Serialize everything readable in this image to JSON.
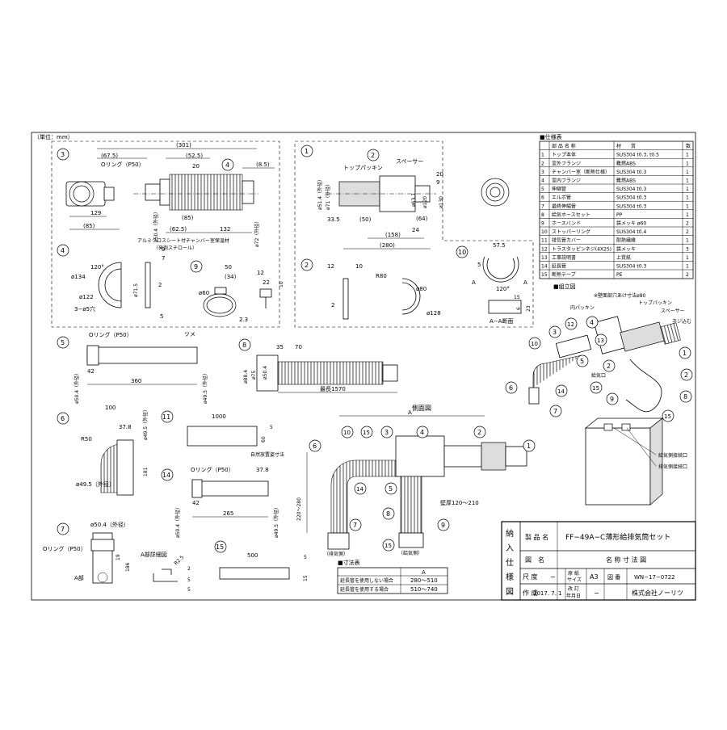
{
  "unit_note": "（単位：mm）",
  "detail_labels": {
    "p3": "3",
    "p1": "1",
    "p2": "2",
    "p4": "4",
    "p5": "5",
    "p6": "6",
    "p7": "7",
    "p8": "8",
    "p9": "9",
    "p10": "10",
    "p11": "11",
    "p14": "14",
    "p15": "15"
  },
  "part3": {
    "dims": [
      "(301)",
      "(67.5)",
      "(52.5)",
      "(8.5)",
      "20",
      "93",
      "129",
      "(85)",
      "(62.5)",
      "132",
      "ø50.4（外径）",
      "ø72（外径）"
    ],
    "oring": "Oリング（P50）",
    "callout": "4",
    "note1": "アルミクロスシート付チャンバー室保温材",
    "note2": "（発泡スチロール）"
  },
  "part1": {
    "top_packing": "トップパッキン",
    "spacer": "スペーサー",
    "dims": [
      "ø51.4（外径）",
      "ø71（外径）",
      "ø120",
      "ø130",
      "ø63.1",
      "33.5",
      "(50)",
      "(158)",
      "(280)",
      "24",
      "(64)",
      "20",
      "9"
    ],
    "callout": "2"
  },
  "part4": {
    "dims": [
      "ø134",
      "ø122",
      "3−ø5穴",
      "120°",
      "ø71.5",
      "2",
      "9",
      "7",
      "5"
    ]
  },
  "part9": {
    "dims": [
      "50",
      "(34)",
      "ø60",
      "2.3",
      "12",
      "22",
      "10"
    ]
  },
  "part2": {
    "dims": [
      "12",
      "10",
      "R80",
      "ø80",
      "ø128",
      "2"
    ]
  },
  "part10": {
    "dims": [
      "57.5",
      "5",
      "A",
      "120°",
      "A",
      "15",
      "6",
      "23"
    ],
    "section": "A−A断面"
  },
  "part5": {
    "dims": [
      "Oリング（P50）",
      "ツメ",
      "42",
      "360",
      "ø50.4（外径）",
      "ø49.5（外径）"
    ]
  },
  "part8": {
    "dims": [
      "35",
      "70",
      "ø88.4",
      "ø75",
      "ø50.4",
      "最長1570"
    ]
  },
  "part6": {
    "dims": [
      "100",
      "37.8",
      "R50",
      "ø49.5（外径）",
      "ø49.5（外径）",
      "181"
    ]
  },
  "part11": {
    "dims": [
      "1000",
      "60",
      "5"
    ],
    "note": "自然放置姿寸法"
  },
  "part14": {
    "dims": [
      "Oリング（P50）",
      "37.8",
      "42",
      "265",
      "ø50.4（外径）",
      "ø49.5（外径）"
    ]
  },
  "part7": {
    "dims": [
      "ø50.4（外径）",
      "Oリング（P50）",
      "19",
      "186",
      "A部"
    ],
    "detail_title": "A部詳細図",
    "detail_dims": [
      "R2.5",
      "2",
      "5",
      "5"
    ]
  },
  "part15": {
    "dims": [
      "500",
      "5",
      "15"
    ]
  },
  "side_view": {
    "title": "側面図",
    "dims": [
      "A",
      "220～280",
      "壁厚120～210"
    ],
    "exhaust_label": "（排気側）",
    "intake_label": "（給気側）",
    "callouts": [
      "6",
      "10",
      "15",
      "3",
      "4",
      "2",
      "1",
      "14",
      "5",
      "7",
      "8",
      "9",
      "15"
    ]
  },
  "dim_table": {
    "title": "■寸法表",
    "header": [
      "",
      "A"
    ],
    "rows": [
      [
        "延長管を使用しない場合",
        "280～510"
      ],
      [
        "延長管を使用する場合",
        "510～740"
      ]
    ]
  },
  "spec_table": {
    "title": "■仕様表",
    "header": [
      "",
      "部 品 名 称",
      "材　　質",
      "数"
    ],
    "rows": [
      [
        "1",
        "トップ本体",
        "SUS304  t0.3, t0.5",
        "1"
      ],
      [
        "2",
        "室外フランジ",
        "難燃ABS",
        "1"
      ],
      [
        "3",
        "チャンバー室（断熱仕様）",
        "SUS304  t0.3",
        "1"
      ],
      [
        "4",
        "室内フランジ",
        "難燃ABS",
        "1"
      ],
      [
        "5",
        "伸縮管",
        "SUS304  t0.3",
        "1"
      ],
      [
        "6",
        "エルボ管",
        "SUS304  t0.3",
        "1"
      ],
      [
        "7",
        "最終伸縮管",
        "SUS304  t0.3",
        "1"
      ],
      [
        "8",
        "給気ホースセット",
        "PP",
        "1"
      ],
      [
        "9",
        "ホースバンド",
        "鉄メッキ  ø60",
        "2"
      ],
      [
        "10",
        "ストッパーリング",
        "SUS304  t0.4",
        "2"
      ],
      [
        "11",
        "排気管カバー",
        "耐熱繊維",
        "1"
      ],
      [
        "12",
        "トラスタッピンネジ(4X25)",
        "鉄メッキ",
        "3"
      ],
      [
        "13",
        "工事説明書",
        "上質紙",
        "1"
      ],
      [
        "14",
        "延長管",
        "SUS304  t0.3",
        "1"
      ],
      [
        "15",
        "断熱テープ",
        "PE",
        "2"
      ]
    ]
  },
  "assembly": {
    "title": "■組立図",
    "labels": [
      "※壁面部穴あけ寸法ø80",
      "トップパッキン",
      "内パッキン",
      "スペーサー",
      "ネジ込む",
      "給気口",
      "給気側接続口",
      "排気側接続口"
    ],
    "callouts": [
      "3",
      "12",
      "4",
      "13",
      "2",
      "1",
      "5",
      "10",
      "14",
      "6",
      "7",
      "15",
      "9",
      "8",
      "15",
      "2"
    ]
  },
  "title_block": {
    "vertical": [
      "納",
      "入",
      "仕",
      "様",
      "図"
    ],
    "product_label": "製 品 名",
    "product_name": "FF−49A−C薄形給排気筒セット",
    "drawing_label": "図　名",
    "drawing_name": "名 称 寸 法 図",
    "scale_label": "尺 度",
    "scale_value": "−",
    "paper_label1": "原 紙",
    "paper_label2": "サイズ",
    "paper_value": "A3",
    "number_label": "図 番",
    "number_value": "WN−17−0722",
    "made_label": "作 成",
    "made_value": "2017. 7. 1",
    "revised_label1": "改 訂",
    "revised_label2": "年月日",
    "revised_value": "−",
    "company": "株式会社ノーリツ"
  }
}
